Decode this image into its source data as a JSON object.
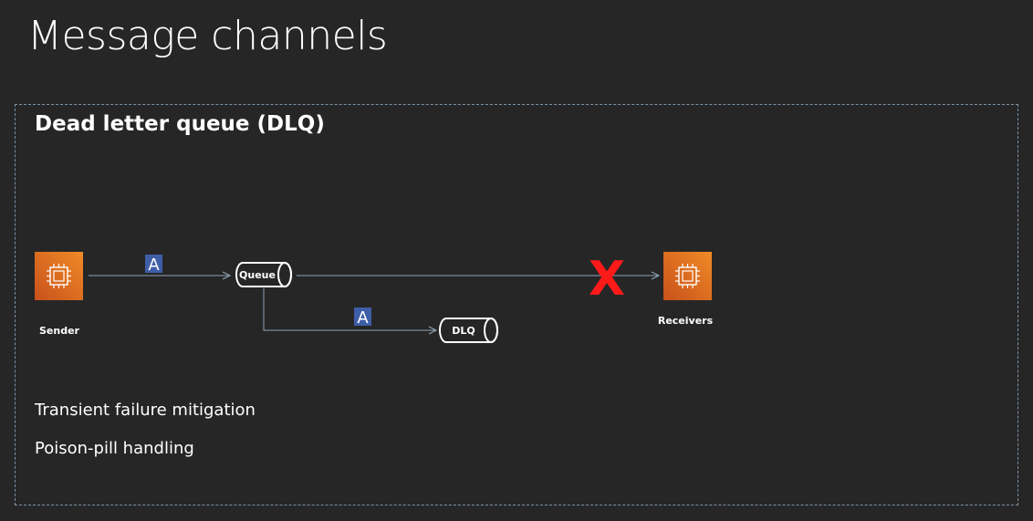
{
  "slide": {
    "title": "Message channels"
  },
  "panel": {
    "title": "Dead letter queue (DLQ)",
    "bullets": [
      "Transient failure mitigation",
      "Poison-pill handling"
    ]
  },
  "diagram": {
    "sender_label": "Sender",
    "receivers_label": "Receivers",
    "queue_label": "Queue",
    "dlq_label": "DLQ",
    "message_label_main": "A",
    "message_label_dlq": "A",
    "failure_mark": "X",
    "colors": {
      "chip_orange": "#e8701f",
      "chip_orange_dark": "#c8511b",
      "message_badge": "#3f5ea8",
      "failure_red": "#ff1a1a",
      "arrow_line": "#8ea2b5"
    }
  }
}
